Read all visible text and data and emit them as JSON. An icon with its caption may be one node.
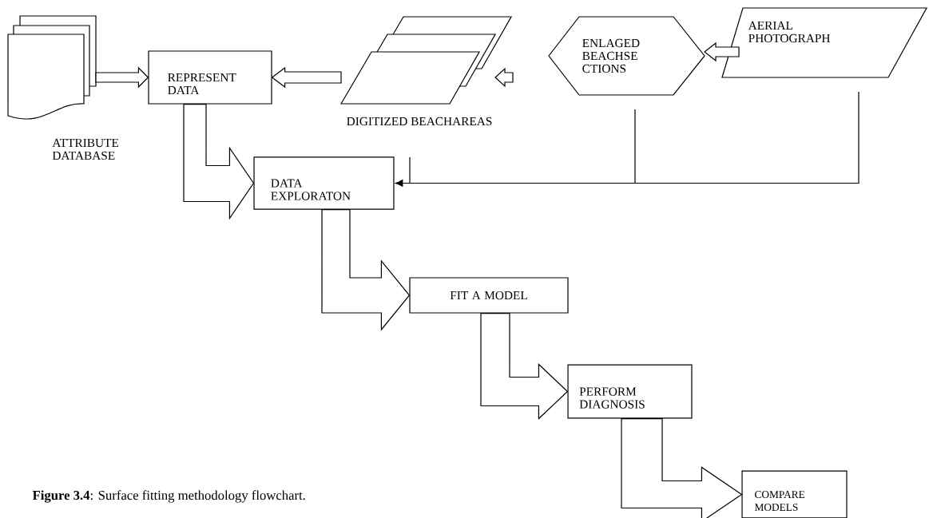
{
  "diagram": {
    "caption": "**Figure 3.4**: Surface fitting methodology flowchart.",
    "nodes": [
      {
        "text": [
          "ATTRIBUTE DATABASE"
        ]
      },
      {
        "text": [
          "REPRESENT DATA"
        ]
      },
      {
        "text": [
          "DIGITIZED BEACHAREAS"
        ]
      },
      {
        "text": [
          "ENLAGED BEACHSE CTIONS"
        ]
      },
      {
        "text": [
          "AERIAL PHOTOGRAPH"
        ]
      },
      {
        "text": [
          "DATA EXPLORATON"
        ]
      },
      {
        "text": [
          "FIT A MODEL"
        ]
      },
      {
        "text": [
          "PERFORM DIAGNOSIS"
        ]
      },
      {
        "text": [
          "COMPARE MODELS"
        ]
      }
    ],
    "edges": [
      {
        "from": 0,
        "to": 1,
        "arrow": "to"
      },
      {
        "from": 2,
        "to": 1,
        "arrow": "to"
      },
      {
        "from": 3,
        "to": 2,
        "arrow": "to"
      },
      {
        "from": 4,
        "to": 3,
        "arrow": "to"
      },
      {
        "from": 1,
        "to": 5,
        "arrow": "to"
      },
      {
        "from": 5,
        "to": 6,
        "arrow": "to"
      },
      {
        "from": 6,
        "to": 7,
        "arrow": "to"
      },
      {
        "from": 7,
        "to": 8,
        "arrow": "to"
      },
      {
        "from": 3,
        "to": 5,
        "arrow": "to"
      },
      {
        "from": 4,
        "to": 5,
        "arrow": "to"
      }
    ]
  }
}
